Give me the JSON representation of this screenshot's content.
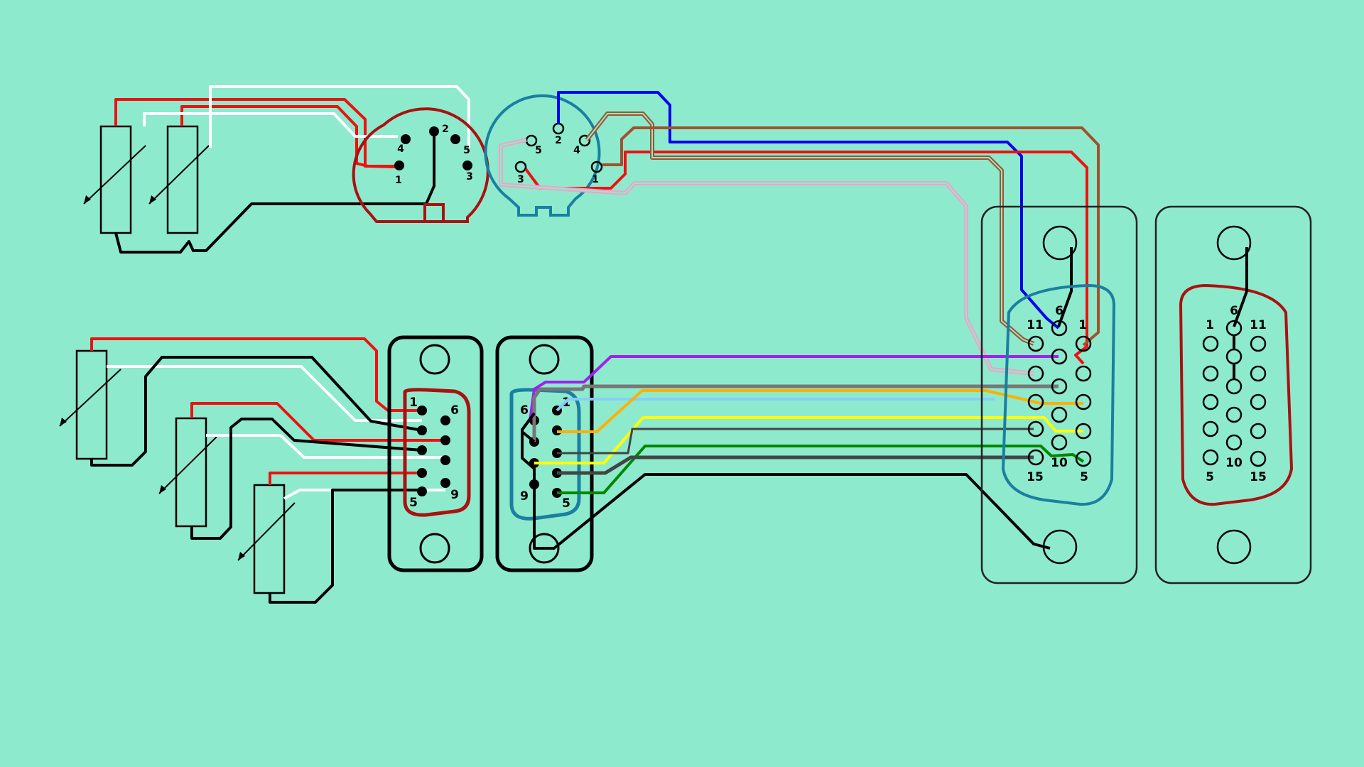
{
  "colors": {
    "background": "#8eeacd",
    "red": "#e11",
    "white": "#ffffff",
    "black": "#000000",
    "blue": "#0000ee",
    "brown": "#a0522d",
    "pink": "#f4a0c8",
    "purple": "#a020f0",
    "gray": "#777777",
    "light_blue": "#88ccff",
    "orange": "#ffb000",
    "yellow": "#ffff00",
    "green": "#008800",
    "dark_gray": "#444444",
    "shell_red": "#aa1111",
    "shell_teal": "#1a7fa0"
  },
  "din_male": {
    "pins": {
      "p1": "1",
      "p2": "2",
      "p3": "3",
      "p4": "4",
      "p5": "5"
    }
  },
  "din_female": {
    "pins": {
      "p1": "1",
      "p2": "2",
      "p3": "3",
      "p4": "4",
      "p5": "5"
    }
  },
  "db9_male": {
    "pins": {
      "p1": "1",
      "p6": "6",
      "p5": "5",
      "p9": "9"
    }
  },
  "db9_female": {
    "pins": {
      "p6": "6",
      "p1": "1",
      "p9": "9",
      "p5": "5"
    }
  },
  "hd15_wired": {
    "pins": {
      "p6": "6",
      "p11": "11",
      "p1": "1",
      "p15": "15",
      "p10": "10",
      "p5": "5"
    }
  },
  "hd15_front": {
    "pins": {
      "p6": "6",
      "p1": "1",
      "p11": "11",
      "p5": "5",
      "p10": "10",
      "p15": "15"
    }
  }
}
